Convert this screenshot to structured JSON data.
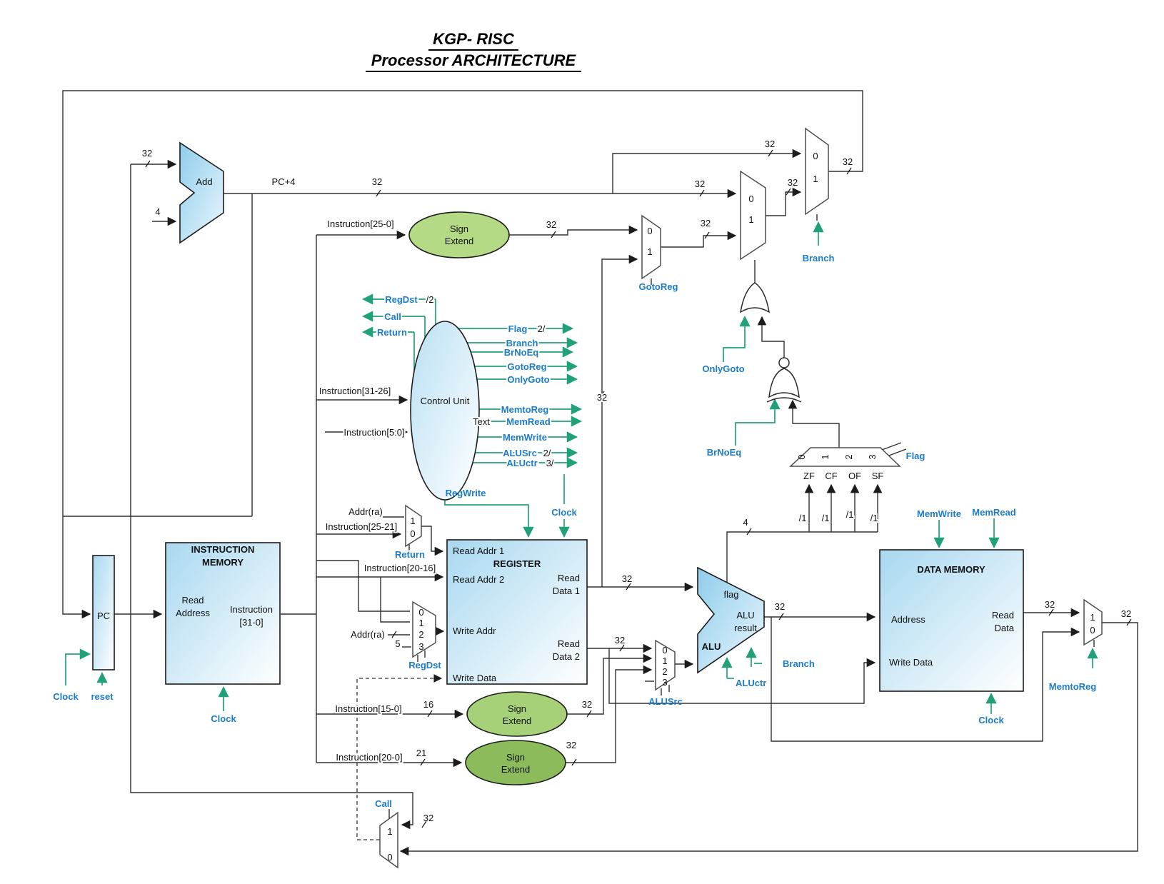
{
  "title": {
    "line1": "KGP- RISC",
    "line2": "Processor ARCHITECTURE"
  },
  "colors": {
    "accent_teal": "#21a179",
    "accent_blue": "#1b7cc9",
    "block_fill": "#a8d8f0",
    "green_fill": "#b4da85"
  },
  "blocks": {
    "pc": {
      "label": "PC"
    },
    "add": {
      "label": "Add"
    },
    "instruction_memory": {
      "title_l1": "INSTRUCTION",
      "title_l2": "MEMORY",
      "read_l1": "Read",
      "read_l2": "Address",
      "out_l1": "Instruction",
      "out_l2": "[31-0]"
    },
    "control_unit": {
      "label": "Control Unit",
      "text_artifact": "Text"
    },
    "sign_extend": {
      "l1": "Sign",
      "l2": "Extend"
    },
    "register": {
      "title": "REGISTER",
      "read_addr1": "Read Addr 1",
      "read_addr2": "Read Addr 2",
      "write_addr": "Write Addr",
      "write_data": "Write Data",
      "read_data1_l1": "Read",
      "read_data1_l2": "Data 1",
      "read_data2_l1": "Read",
      "read_data2_l2": "Data 2"
    },
    "alu": {
      "title": "ALU",
      "flag": "flag",
      "result_l1": "ALU",
      "result_l2": "result"
    },
    "data_memory": {
      "title": "DATA MEMORY",
      "address": "Address",
      "write_data": "Write Data",
      "read_l1": "Read",
      "read_l2": "Data"
    }
  },
  "signals": {
    "regdst": "RegDst",
    "call": "Call",
    "return": "Return",
    "flag": "Flag",
    "branch": "Branch",
    "brnoeq": "BrNoEq",
    "gotoreg": "GotoReg",
    "onlygoto": "OnlyGoto",
    "memtoreg": "MemtoReg",
    "memread": "MemRead",
    "memwrite": "MemWrite",
    "alusrc": "ALUSrc",
    "aluctr": "ALUctr",
    "regwrite": "RegWrite",
    "clock": "Clock",
    "reset": "reset"
  },
  "wire_labels": {
    "pc4": "PC+4",
    "w32": "32",
    "w4": "4",
    "w5": "5",
    "w16": "16",
    "w21": "21",
    "w1": "/1",
    "w2r": "2/",
    "w3r": "3/",
    "w2l": "/2",
    "instr25_0": "Instruction[25-0]",
    "instr31_26": "Instruction[31-26]",
    "instr5_0": "Instruction[5:0]",
    "instr25_21": "Instruction[25-21]",
    "instr20_16": "Instruction[20-16]",
    "instr15_0": "Instruction[15-0]",
    "instr20_0": "Instruction[20-0]",
    "addr_ra": "Addr(ra)"
  },
  "mux": {
    "m0": "0",
    "m1": "1",
    "m2": "2",
    "m3": "3"
  },
  "flags": {
    "zf": "ZF",
    "cf": "CF",
    "of": "OF",
    "sf": "SF"
  }
}
